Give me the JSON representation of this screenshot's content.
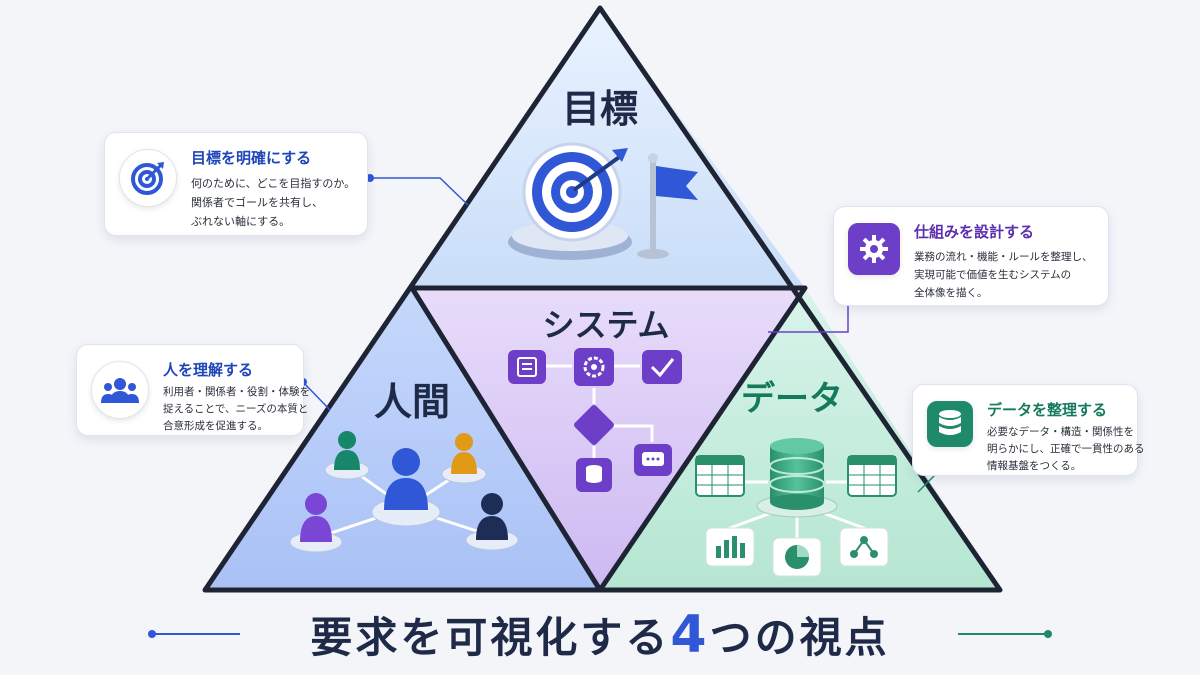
{
  "diagram": {
    "sections": {
      "goal": {
        "label": "目標"
      },
      "people": {
        "label": "人間"
      },
      "system": {
        "label": "システム"
      },
      "data": {
        "label": "データ"
      }
    }
  },
  "callouts": {
    "goal": {
      "title": "目標を明確にする",
      "lines": [
        "何のために、どこを目指すのか。",
        "関係者でゴールを共有し、",
        "ぶれない軸にする。"
      ],
      "icon": "target-icon"
    },
    "people": {
      "title": "人を理解する",
      "lines": [
        "利用者・関係者・役割・体験を",
        "捉えることで、ニーズの本質と",
        "合意形成を促進する。"
      ],
      "icon": "people-icon"
    },
    "system": {
      "title": "仕組みを設計する",
      "lines": [
        "業務の流れ・機能・ルールを整理し、",
        "実現可能で価値を生むシステムの",
        "全体像を描く。"
      ],
      "icon": "gear-icon"
    },
    "data": {
      "title": "データを整理する",
      "lines": [
        "必要なデータ・構造・関係性を",
        "明らかにし、正確で一貫性のある",
        "情報基盤をつくる。"
      ],
      "icon": "database-icon"
    }
  },
  "footer": {
    "title_part1": "要求を可視化する",
    "title_number": "4",
    "title_part2": "つの視点"
  },
  "colors": {
    "goal": "#2f57d6",
    "people": "#2f57d6",
    "system": "#6d3fc9",
    "data": "#1f8a6a",
    "outline": "#1e2433"
  }
}
